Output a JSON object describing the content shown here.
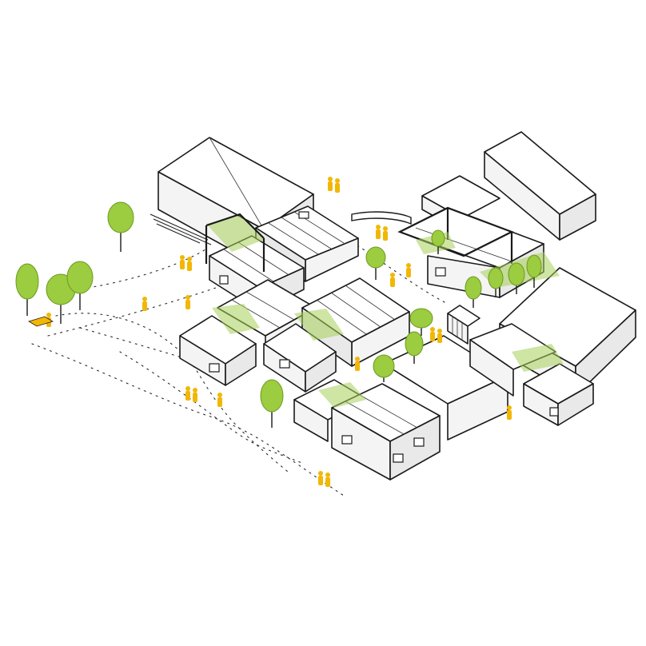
{
  "diagram": {
    "style": "isometric axonometric site drawing",
    "colors": {
      "background": "#ffffff",
      "outline": "#1a1a1a",
      "roof": "#ffffff",
      "wall": "#f4f4f4",
      "vegetation": "#9ccc3f",
      "climbing_plants": "#a6cf5a",
      "people": "#f2b705",
      "path_marks": "#2a2a2a"
    },
    "elements": {
      "large_gable_buildings": 3,
      "small_housing_units": 10,
      "trees": 14,
      "people_groups": 14,
      "pergolas": 3
    }
  }
}
